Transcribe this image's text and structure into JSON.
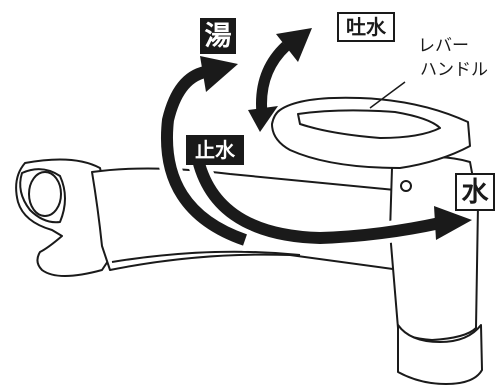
{
  "labels": {
    "hot": "湯",
    "spout_water": "吐水",
    "stop_water": "止水",
    "cold": "水",
    "lever_line1": "レバー",
    "lever_line2": "ハンドル"
  },
  "colors": {
    "ink": "#1a1a1a",
    "paper": "#ffffff"
  }
}
